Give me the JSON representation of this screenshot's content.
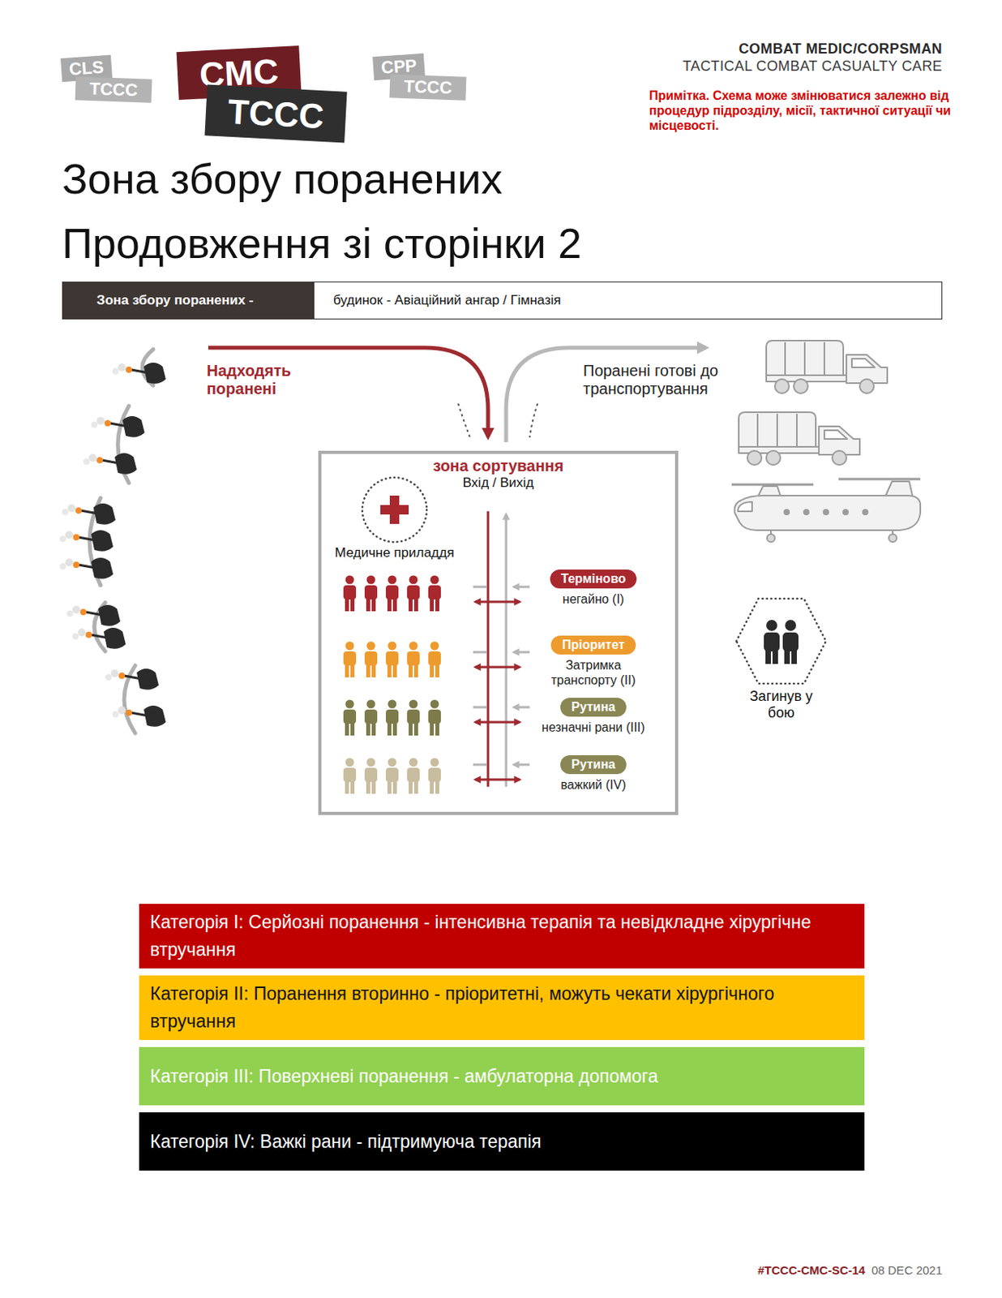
{
  "diagram": {
    "title": "Зона збору поранених",
    "nodes": [
      {
        "text": [
          "CLS"
        ]
      },
      {
        "text": [
          "TCCC"
        ]
      },
      {
        "text": [
          "CMC"
        ]
      },
      {
        "text": [
          "TCCC"
        ]
      },
      {
        "text": [
          "CPP"
        ]
      },
      {
        "text": [
          "TCCC"
        ]
      },
      {
        "text": [
          "Зона збору поранених -"
        ]
      },
      {
        "text": [
          "будинок - Авіаційний ангар / Гімназія"
        ]
      },
      {
        "text": [
          "зона сортування",
          "Вхід / Вихід"
        ]
      },
      {
        "text": [
          "Медичне приладдя"
        ],
        "in": 8
      },
      {
        "text": [
          "Терміново",
          "негайно (I)"
        ],
        "in": 8
      },
      {
        "text": [
          "Пріоритет",
          "Затримка транспорту (II)"
        ],
        "in": 8
      },
      {
        "text": [
          "Рутина",
          "незначні рани (III)"
        ],
        "in": 8
      },
      {
        "text": [
          "Рутина",
          "важкий (IV)"
        ],
        "in": 8
      },
      {
        "text": [
          "Загинув у бою"
        ]
      }
    ],
    "labels": [
      "COMBAT MEDIC/CORPSMAN",
      "TACTICAL COMBAT CASUALTY CARE",
      "Примітка. Схема може змінюватися залежно від процедур підрозділу, місії, тактичної ситуації чи місцевості.",
      "Продовження зі сторінки 2",
      "Надходять поранені",
      "Поранені готові до транспортування",
      "#TCCC-CMC-SC-14",
      "08 DEC 2021"
    ],
    "legend": [
      {
        "text": "Категорія I: Серйозні поранення - інтенсивна терапія та невідкладне хірургічне втручання",
        "color": "#c00000"
      },
      {
        "text": "Категорія II: Поранення вторинно - пріоритетні, можуть чекати хірургічного втручання",
        "color": "#ffc000"
      },
      {
        "text": "Категорія III: Поверхневі поранення - амбулаторна допомога",
        "color": "#92d050"
      },
      {
        "text": "Категорія IV: Важкі рани - підтримуюча терапія",
        "color": "#000000"
      }
    ]
  }
}
